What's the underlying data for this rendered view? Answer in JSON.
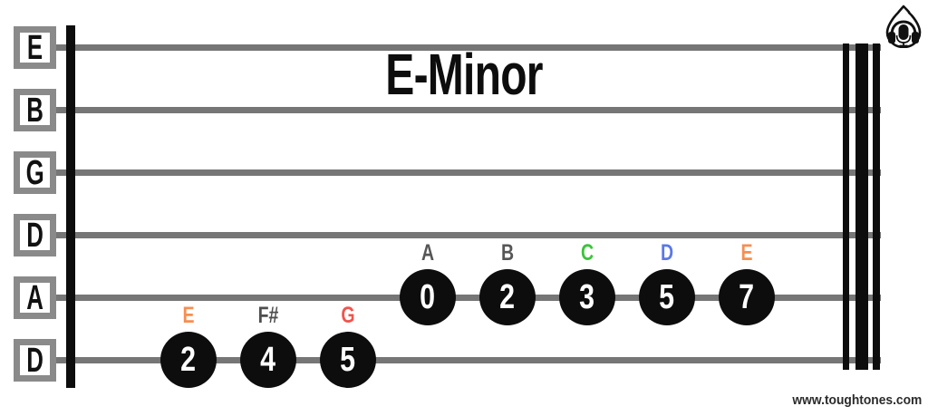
{
  "title": "E-Minor",
  "watermark": "www.toughtones.com",
  "logo": "headphones-mic-flame-logo",
  "colors": {
    "string_gray": "#767676",
    "box_border_gray": "#8a8a8a",
    "barline_black": "#0d0d0d",
    "note_orange": "#F78E50",
    "note_red": "#F2534E",
    "note_green": "#3CC33C",
    "note_blue": "#5A78E8",
    "note_gray": "#565656"
  },
  "tab": {
    "string_labels": [
      "E",
      "B",
      "G",
      "D",
      "A",
      "D"
    ],
    "notes": [
      {
        "note": "E",
        "fret": "2",
        "string": 5,
        "slot": 0,
        "color": "#F78E50"
      },
      {
        "note": "F#",
        "fret": "4",
        "string": 5,
        "slot": 1,
        "color": "#4e4e4e"
      },
      {
        "note": "G",
        "fret": "5",
        "string": 5,
        "slot": 2,
        "color": "#F2534E"
      },
      {
        "note": "A",
        "fret": "0",
        "string": 4,
        "slot": 3,
        "color": "#565656"
      },
      {
        "note": "B",
        "fret": "2",
        "string": 4,
        "slot": 4,
        "color": "#565656"
      },
      {
        "note": "C",
        "fret": "3",
        "string": 4,
        "slot": 5,
        "color": "#3CC33C"
      },
      {
        "note": "D",
        "fret": "5",
        "string": 4,
        "slot": 6,
        "color": "#5A78E8"
      },
      {
        "note": "E",
        "fret": "7",
        "string": 4,
        "slot": 7,
        "color": "#F78E50"
      }
    ]
  }
}
